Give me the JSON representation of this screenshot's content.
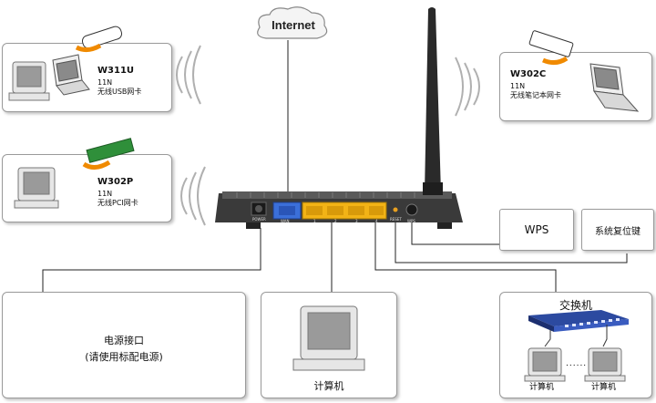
{
  "internet": {
    "label": "Internet"
  },
  "cards": [
    {
      "model": "W311U",
      "spec": "11N",
      "desc": "无线USB网卡"
    },
    {
      "model": "W302P",
      "spec": "11N",
      "desc": "无线PCI网卡"
    },
    {
      "model": "W302C",
      "spec": "11N",
      "desc": "无线笔记本网卡"
    }
  ],
  "router": {
    "port_labels": [
      "POWER",
      "WAN",
      "1",
      "2",
      "3",
      "4",
      "RESET",
      "WPS"
    ],
    "colors": {
      "body": "#3a3a3a",
      "wan": "#3b6fd9",
      "lan": "#f2b316",
      "antenna": "#2a2a2a"
    }
  },
  "buttons": {
    "wps": "WPS",
    "reset": "系统复位键"
  },
  "power": {
    "line1": "电源接口",
    "line2": "(请使用标配电源)"
  },
  "computer": {
    "label": "计算机"
  },
  "switch": {
    "title": "交换机",
    "pc_left": "计算机",
    "pc_right": "计算机",
    "dots": "......"
  }
}
